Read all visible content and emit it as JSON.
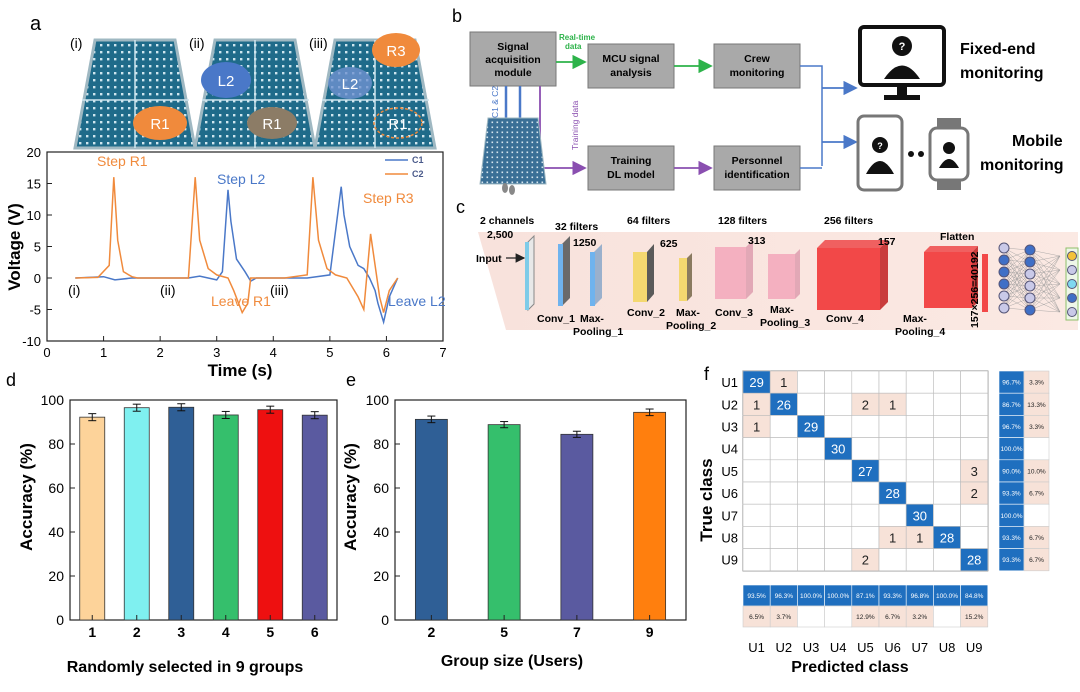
{
  "panels": {
    "a": "a",
    "b": "b",
    "c": "c",
    "d": "d",
    "e": "e",
    "f": "f"
  },
  "panel_a": {
    "mats": [
      {
        "label": "(i)",
        "footprints": [
          "R1"
        ]
      },
      {
        "label": "(ii)",
        "footprints": [
          "L2",
          "R1"
        ]
      },
      {
        "label": "(iii)",
        "footprints": [
          "R3",
          "L2",
          "R1"
        ]
      }
    ],
    "footprint_colors": {
      "R1": "#f08a3c",
      "L2": "#4a78c8",
      "R3": "#f08a3c"
    }
  },
  "panel_b": {
    "boxes": {
      "signal_acq": "Signal acquisition module",
      "mcu": "MCU signal analysis",
      "crew": "Crew monitoring",
      "training": "Training DL model",
      "personnel": "Personnel identification"
    },
    "arrow_labels": {
      "realtime": "Real-time data",
      "training": "Training data",
      "channels": "C1 & C2"
    },
    "outputs": {
      "fixed": "Fixed-end monitoring",
      "mobile": "Mobile monitoring"
    },
    "colors": {
      "realtime": "#2db34a",
      "training": "#8a4fb0",
      "output": "#4a78c8"
    }
  },
  "panel_c": {
    "input_label": "Input",
    "channels_label": "2 channels",
    "input_len": "2,500",
    "filters": [
      "32 filters",
      "64 filters",
      "128 filters",
      "256 filters"
    ],
    "lengths": [
      "1250",
      "625",
      "313",
      "157"
    ],
    "layers": [
      "Conv_1",
      "Max-Pooling_1",
      "Conv_2",
      "Max-Pooling_2",
      "Conv_3",
      "Max-Pooling_3",
      "Conv_4",
      "Max-Pooling_4"
    ],
    "flatten": "Flatten",
    "flatten_size": "157×256=40192"
  },
  "chart_data": [
    {
      "id": "a",
      "type": "line",
      "xlabel": "Time (s)",
      "ylabel": "Voltage (V)",
      "xlim": [
        0,
        7
      ],
      "ylim": [
        -10,
        20
      ],
      "xticks": [
        0,
        1,
        2,
        3,
        4,
        5,
        6,
        7
      ],
      "yticks": [
        -10,
        -5,
        0,
        5,
        10,
        15,
        20
      ],
      "legend": [
        {
          "name": "C1",
          "color": "#4a78c8"
        },
        {
          "name": "C2",
          "color": "#f08a3c"
        }
      ],
      "series": [
        {
          "name": "C1",
          "color": "#4a78c8",
          "x": [
            0.5,
            1.0,
            1.2,
            1.5,
            2.5,
            2.7,
            3.0,
            3.1,
            3.2,
            3.25,
            3.35,
            3.5,
            3.6,
            3.7,
            4.2,
            4.6,
            5.0,
            5.2,
            5.25,
            5.35,
            5.5,
            5.6,
            5.7,
            5.8,
            5.85,
            5.95,
            6.05,
            6.2
          ],
          "y": [
            0,
            0.2,
            -0.3,
            0,
            0,
            0.3,
            -0.3,
            1,
            14,
            9,
            3,
            1,
            -0.5,
            0,
            0,
            0,
            0.5,
            14.5,
            10,
            5,
            2,
            1.5,
            0,
            -2,
            -4,
            -7,
            -3,
            0
          ]
        },
        {
          "name": "C2",
          "color": "#f08a3c",
          "x": [
            0.5,
            0.9,
            1.1,
            1.18,
            1.25,
            1.35,
            1.5,
            1.6,
            2.5,
            2.62,
            2.7,
            2.85,
            3.0,
            3.2,
            3.3,
            3.45,
            3.55,
            3.6,
            4.2,
            4.6,
            4.7,
            4.8,
            4.95,
            5.1,
            5.3,
            5.5,
            5.6,
            5.72,
            5.8,
            5.88,
            5.95,
            6.05,
            6.2
          ],
          "y": [
            0,
            0.1,
            2,
            16,
            6,
            1,
            0.2,
            0,
            0,
            16,
            6,
            1.5,
            0.5,
            0,
            -2,
            -5.5,
            -4,
            0,
            0,
            0.5,
            16,
            6,
            1.5,
            0.5,
            0,
            -3,
            -5,
            7,
            2,
            -3,
            -5.5,
            -2,
            0
          ]
        }
      ],
      "annotations": [
        "Step R1",
        "Step L2",
        "Leave R1",
        "Step R3",
        "Leave L2",
        "(i)",
        "(ii)",
        "(iii)"
      ]
    },
    {
      "id": "d",
      "type": "bar",
      "xlabel": "Randomly selected in 9 groups",
      "ylabel": "Accuracy (%)",
      "ylim": [
        0,
        100
      ],
      "yticks": [
        0,
        20,
        40,
        60,
        80,
        100
      ],
      "categories": [
        "1",
        "2",
        "3",
        "4",
        "5",
        "6"
      ],
      "values": [
        92.2,
        96.5,
        96.7,
        93.2,
        95.6,
        93.1
      ],
      "errors": [
        1.6,
        1.6,
        1.6,
        1.6,
        1.6,
        1.6
      ],
      "colors": [
        "#fdd39a",
        "#7ff0f0",
        "#2f5f96",
        "#35bf6c",
        "#ee1010",
        "#5a5aa0"
      ]
    },
    {
      "id": "e",
      "type": "bar",
      "xlabel": "Group size (Users)",
      "ylabel": "Accuracy (%)",
      "ylim": [
        0,
        100
      ],
      "yticks": [
        0,
        20,
        40,
        60,
        80,
        100
      ],
      "categories": [
        "2",
        "5",
        "7",
        "9"
      ],
      "values": [
        91.2,
        88.8,
        84.4,
        94.4
      ],
      "errors": [
        1.5,
        1.4,
        1.4,
        1.5
      ],
      "colors": [
        "#2f5f96",
        "#35bf6c",
        "#5a5aa0",
        "#ff7f0e"
      ]
    },
    {
      "id": "f",
      "type": "heatmap",
      "xlabel": "Predicted class",
      "ylabel": "True class",
      "classes": [
        "U1",
        "U2",
        "U3",
        "U4",
        "U5",
        "U6",
        "U7",
        "U8",
        "U9"
      ],
      "matrix": [
        [
          29,
          1,
          0,
          0,
          0,
          0,
          0,
          0,
          0
        ],
        [
          1,
          26,
          0,
          0,
          2,
          1,
          0,
          0,
          0
        ],
        [
          1,
          0,
          29,
          0,
          0,
          0,
          0,
          0,
          0
        ],
        [
          0,
          0,
          0,
          30,
          0,
          0,
          0,
          0,
          0
        ],
        [
          0,
          0,
          0,
          0,
          27,
          0,
          0,
          0,
          3
        ],
        [
          0,
          0,
          0,
          0,
          0,
          28,
          0,
          0,
          2
        ],
        [
          0,
          0,
          0,
          0,
          0,
          0,
          30,
          0,
          0
        ],
        [
          0,
          0,
          0,
          0,
          0,
          1,
          1,
          28,
          0
        ],
        [
          0,
          0,
          0,
          0,
          2,
          0,
          0,
          0,
          28
        ]
      ],
      "row_summary": [
        [
          "96.7%",
          "3.3%"
        ],
        [
          "86.7%",
          "13.3%"
        ],
        [
          "96.7%",
          "3.3%"
        ],
        [
          "100.0%",
          ""
        ],
        [
          "90.0%",
          "10.0%"
        ],
        [
          "93.3%",
          "6.7%"
        ],
        [
          "100.0%",
          ""
        ],
        [
          "93.3%",
          "6.7%"
        ],
        [
          "93.3%",
          "6.7%"
        ]
      ],
      "col_precision": [
        "93.5%",
        "96.3%",
        "100.0%",
        "100.0%",
        "87.1%",
        "93.3%",
        "96.8%",
        "100.0%",
        "84.8%"
      ],
      "col_error": [
        "6.5%",
        "3.7%",
        "",
        "",
        "12.9%",
        "6.7%",
        "3.2%",
        "",
        "15.2%"
      ]
    }
  ]
}
